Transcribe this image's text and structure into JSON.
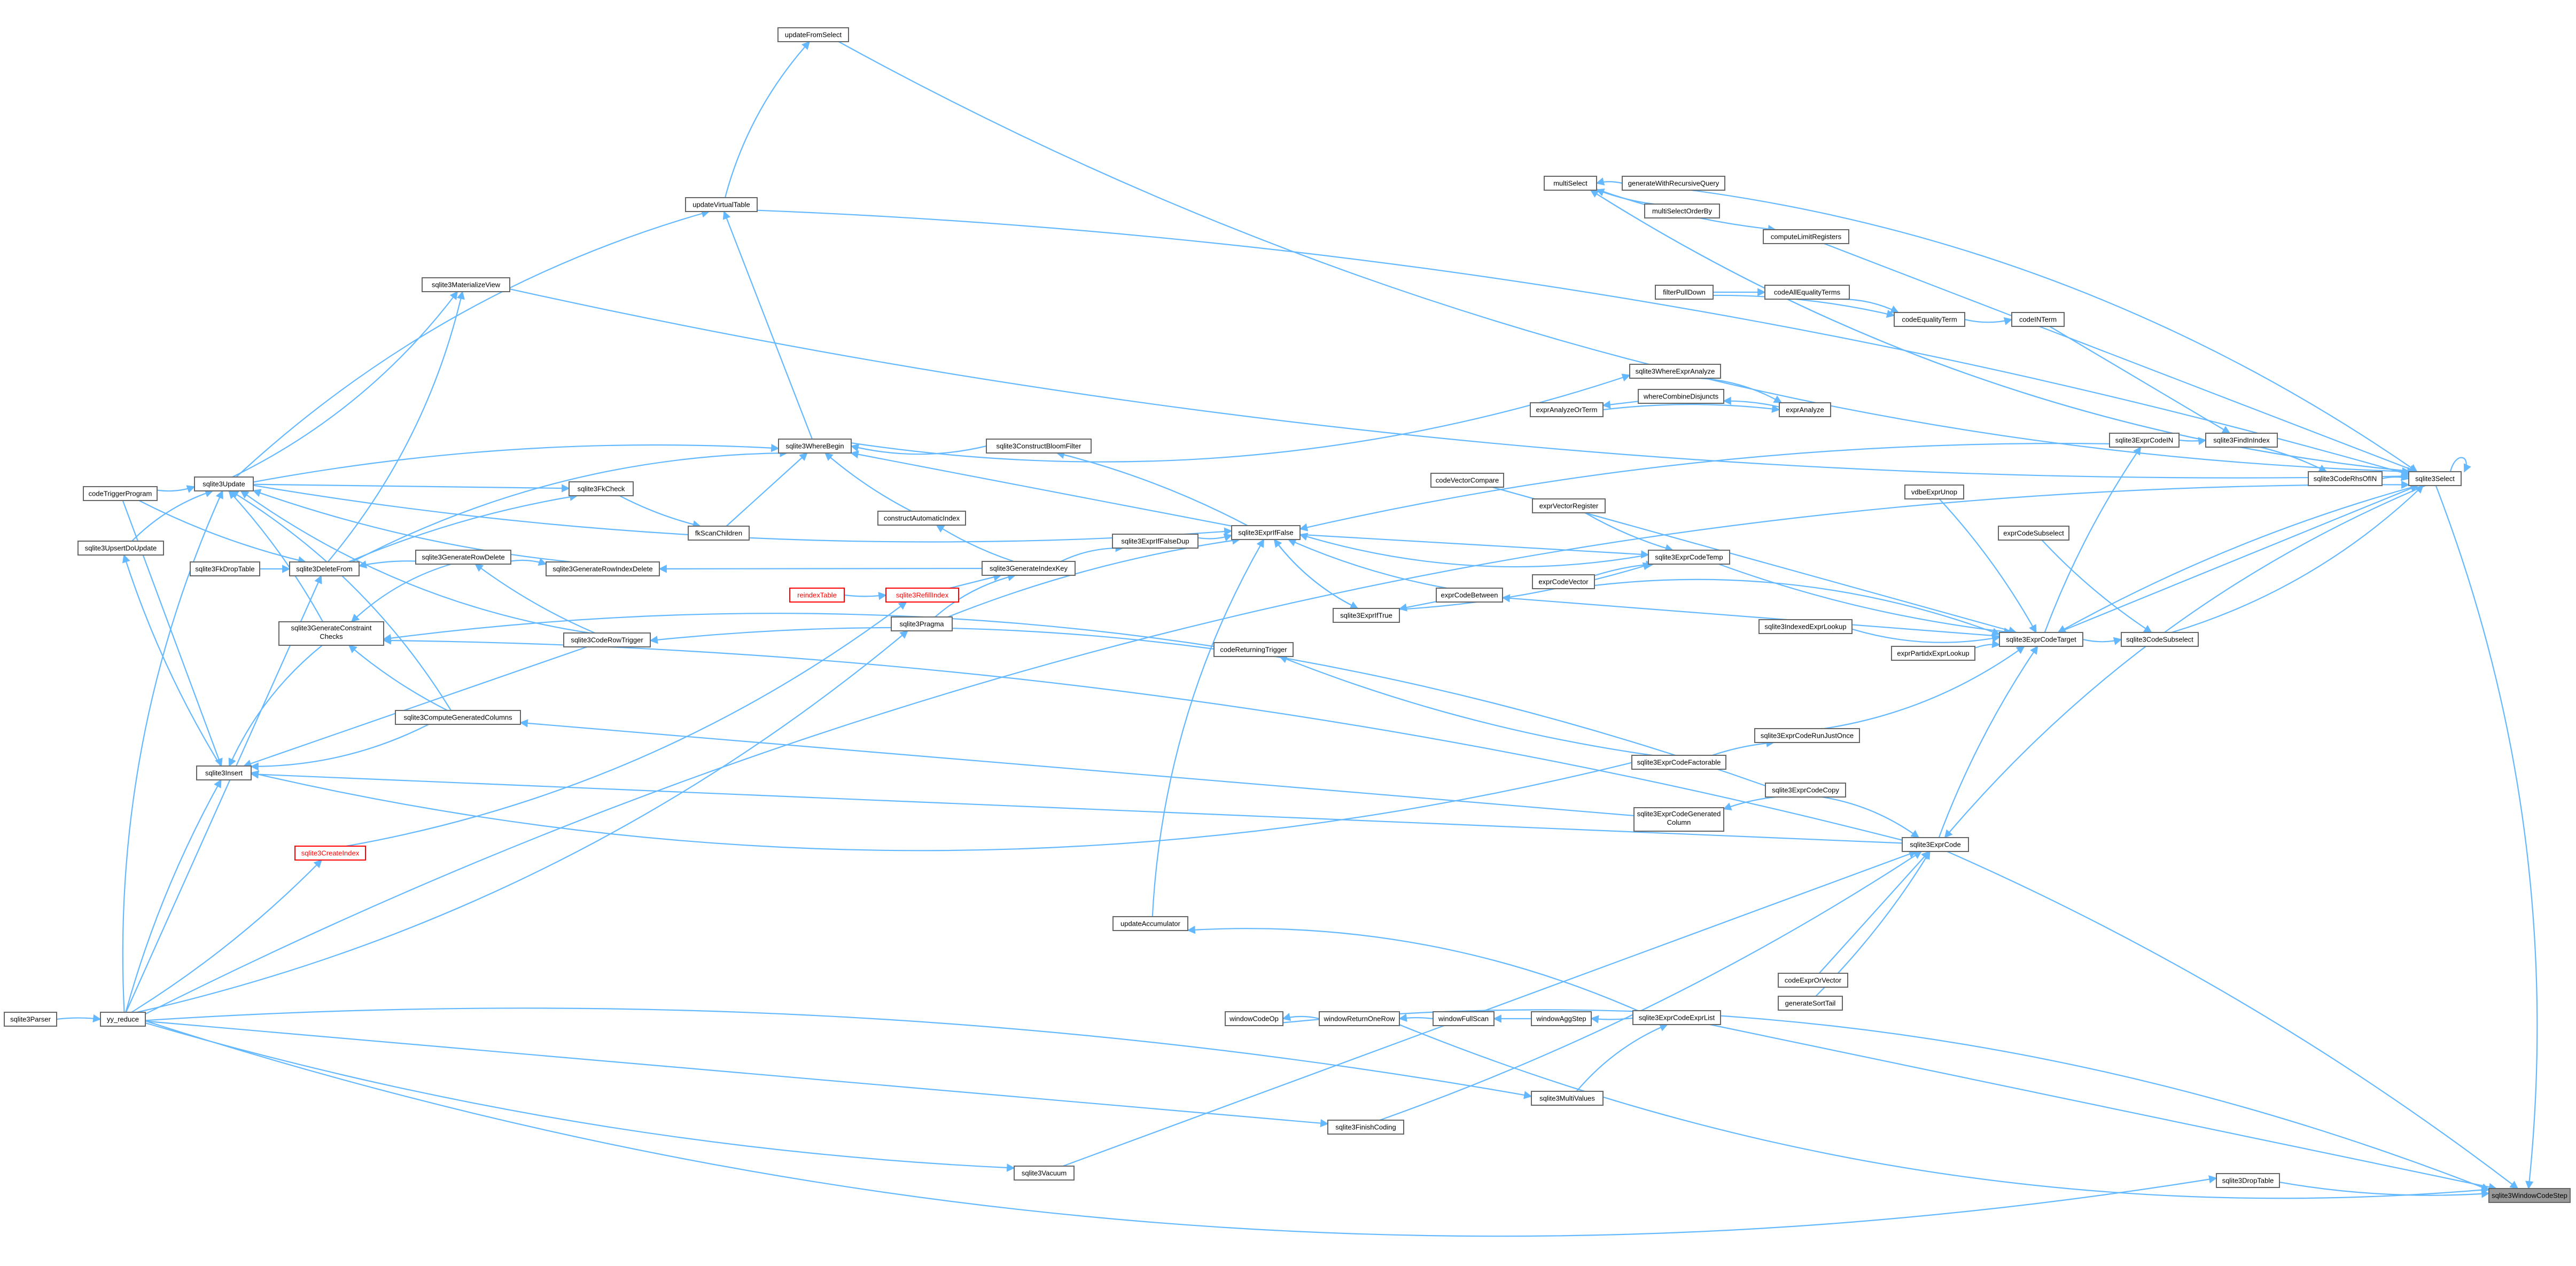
{
  "colors": {
    "edge": "#63b8ff",
    "node_border": "#666666",
    "missing_border": "#ff0000",
    "root_fill": "#999999",
    "background": "#ffffff"
  },
  "graph": {
    "root": "sqlite3WindowCodeStep",
    "nodes": [
      {
        "id": "sqlite3WindowCodeStep",
        "label": "sqlite3WindowCodeStep",
        "kind": "root"
      },
      {
        "id": "sqlite3Select",
        "label": "sqlite3Select"
      },
      {
        "id": "sqlite3ExprCode",
        "label": "sqlite3ExprCode"
      },
      {
        "id": "sqlite3ExprCodeTarget",
        "label": "sqlite3ExprCodeTarget"
      },
      {
        "id": "sqlite3ExprIfFalse",
        "label": "sqlite3ExprIfFalse"
      },
      {
        "id": "sqlite3ExprIfTrue",
        "label": "sqlite3ExprIfTrue"
      },
      {
        "id": "sqlite3ExprCodeTemp",
        "label": "sqlite3ExprCodeTemp"
      },
      {
        "id": "sqlite3ExprCodeExprList",
        "label": "sqlite3ExprCodeExprList"
      },
      {
        "id": "sqlite3ExprCodeIN",
        "label": "sqlite3ExprCodeIN"
      },
      {
        "id": "sqlite3CodeSubselect",
        "label": "sqlite3CodeSubselect"
      },
      {
        "id": "sqlite3CodeRhsOfIN",
        "label": "sqlite3CodeRhsOfIN"
      },
      {
        "id": "sqlite3FindInIndex",
        "label": "sqlite3FindInIndex"
      },
      {
        "id": "sqlite3ExprCodeRunJustOnce",
        "label": "sqlite3ExprCodeRunJustOnce"
      },
      {
        "id": "sqlite3ExprCodeCopy",
        "label": "sqlite3ExprCodeCopy"
      },
      {
        "id": "sqlite3ExprCodeGeneratedColumn",
        "label": "sqlite3ExprCodeGenerated Column"
      },
      {
        "id": "sqlite3ExprCodeFactorable",
        "label": "sqlite3ExprCodeFactorable"
      },
      {
        "id": "sqlite3IndexedExprLookup",
        "label": "sqlite3IndexedExprLookup"
      },
      {
        "id": "exprPartidxExprLookup",
        "label": "exprPartidxExprLookup"
      },
      {
        "id": "exprCodeSubselect",
        "label": "exprCodeSubselect"
      },
      {
        "id": "vdbeExprUnop",
        "label": "vdbeExprUnop"
      },
      {
        "id": "exprCodeVector",
        "label": "exprCodeVector"
      },
      {
        "id": "exprCodeBetween",
        "label": "exprCodeBetween"
      },
      {
        "id": "codeVectorCompare",
        "label": "codeVectorCompare"
      },
      {
        "id": "exprVectorRegister",
        "label": "exprVectorRegister"
      },
      {
        "id": "codeExprOrVector",
        "label": "codeExprOrVector"
      },
      {
        "id": "generateSortTail",
        "label": "generateSortTail"
      },
      {
        "id": "multiSelect",
        "label": "multiSelect"
      },
      {
        "id": "generateWithRecursiveQuery",
        "label": "generateWithRecursiveQuery"
      },
      {
        "id": "multiSelectOrderBy",
        "label": "multiSelectOrderBy"
      },
      {
        "id": "computeLimitRegisters",
        "label": "computeLimitRegisters"
      },
      {
        "id": "filterPullDown",
        "label": "filterPullDown"
      },
      {
        "id": "codeAllEqualityTerms",
        "label": "codeAllEqualityTerms"
      },
      {
        "id": "codeEqualityTerm",
        "label": "codeEqualityTerm"
      },
      {
        "id": "codeINTerm",
        "label": "codeINTerm"
      },
      {
        "id": "sqlite3WhereExprAnalyze",
        "label": "sqlite3WhereExprAnalyze"
      },
      {
        "id": "whereCombineDisjuncts",
        "label": "whereCombineDisjuncts"
      },
      {
        "id": "exprAnalyzeOrTerm",
        "label": "exprAnalyzeOrTerm"
      },
      {
        "id": "exprAnalyze",
        "label": "exprAnalyze"
      },
      {
        "id": "sqlite3WhereBegin",
        "label": "sqlite3WhereBegin"
      },
      {
        "id": "sqlite3ConstructBloomFilter",
        "label": "sqlite3ConstructBloomFilter"
      },
      {
        "id": "constructAutomaticIndex",
        "label": "constructAutomaticIndex"
      },
      {
        "id": "sqlite3GenerateIndexKey",
        "label": "sqlite3GenerateIndexKey"
      },
      {
        "id": "sqlite3ExprIfFalseDup",
        "label": "sqlite3ExprIfFalseDup"
      },
      {
        "id": "sqlite3FkCheck",
        "label": "sqlite3FkCheck"
      },
      {
        "id": "fkScanChildren",
        "label": "fkScanChildren"
      },
      {
        "id": "updateFromSelect",
        "label": "updateFromSelect"
      },
      {
        "id": "updateVirtualTable",
        "label": "updateVirtualTable"
      },
      {
        "id": "sqlite3MaterializeView",
        "label": "sqlite3MaterializeView"
      },
      {
        "id": "sqlite3Update",
        "label": "sqlite3Update"
      },
      {
        "id": "codeTriggerProgram",
        "label": "codeTriggerProgram"
      },
      {
        "id": "sqlite3UpsertDoUpdate",
        "label": "sqlite3UpsertDoUpdate"
      },
      {
        "id": "sqlite3FkDropTable",
        "label": "sqlite3FkDropTable"
      },
      {
        "id": "sqlite3DeleteFrom",
        "label": "sqlite3DeleteFrom"
      },
      {
        "id": "sqlite3GenerateRowDelete",
        "label": "sqlite3GenerateRowDelete"
      },
      {
        "id": "sqlite3GenerateRowIndexDelete",
        "label": "sqlite3GenerateRowIndexDelete"
      },
      {
        "id": "sqlite3GenerateConstraintChecks",
        "label": "sqlite3GenerateConstraint Checks"
      },
      {
        "id": "sqlite3CodeRowTrigger",
        "label": "sqlite3CodeRowTrigger"
      },
      {
        "id": "sqlite3ComputeGeneratedColumns",
        "label": "sqlite3ComputeGeneratedColumns"
      },
      {
        "id": "sqlite3Insert",
        "label": "sqlite3Insert"
      },
      {
        "id": "reindexTable",
        "label": "reindexTable",
        "kind": "missing"
      },
      {
        "id": "sqlite3RefillIndex",
        "label": "sqlite3RefillIndex",
        "kind": "missing"
      },
      {
        "id": "sqlite3CreateIndex",
        "label": "sqlite3CreateIndex",
        "kind": "missing"
      },
      {
        "id": "sqlite3Pragma",
        "label": "sqlite3Pragma"
      },
      {
        "id": "codeReturningTrigger",
        "label": "codeReturningTrigger"
      },
      {
        "id": "updateAccumulator",
        "label": "updateAccumulator"
      },
      {
        "id": "windowCodeOp",
        "label": "windowCodeOp"
      },
      {
        "id": "windowReturnOneRow",
        "label": "windowReturnOneRow"
      },
      {
        "id": "windowFullScan",
        "label": "windowFullScan"
      },
      {
        "id": "windowAggStep",
        "label": "windowAggStep"
      },
      {
        "id": "sqlite3MultiValues",
        "label": "sqlite3MultiValues"
      },
      {
        "id": "sqlite3FinishCoding",
        "label": "sqlite3FinishCoding"
      },
      {
        "id": "sqlite3Vacuum",
        "label": "sqlite3Vacuum"
      },
      {
        "id": "sqlite3DropTable",
        "label": "sqlite3DropTable"
      },
      {
        "id": "yy_reduce",
        "label": "yy_reduce"
      },
      {
        "id": "sqlite3Parser",
        "label": "sqlite3Parser"
      }
    ],
    "edges": [
      [
        "sqlite3Select",
        "sqlite3WindowCodeStep"
      ],
      [
        "sqlite3ExprCode",
        "sqlite3WindowCodeStep"
      ],
      [
        "sqlite3ExprCodeExprList",
        "sqlite3WindowCodeStep"
      ],
      [
        "sqlite3DropTable",
        "sqlite3WindowCodeStep"
      ],
      [
        "windowReturnOneRow",
        "sqlite3WindowCodeStep"
      ],
      [
        "windowCodeOp",
        "sqlite3WindowCodeStep"
      ],
      [
        "sqlite3ExprCode",
        "sqlite3ExprCodeTarget"
      ],
      [
        "sqlite3ExprCodeTarget",
        "sqlite3Select"
      ],
      [
        "sqlite3ExprCodeTemp",
        "sqlite3ExprCodeTarget"
      ],
      [
        "sqlite3ExprCodeRunJustOnce",
        "sqlite3ExprCodeTarget"
      ],
      [
        "sqlite3ExprCodeCopy",
        "sqlite3ExprCode"
      ],
      [
        "sqlite3ExprCodeFactorable",
        "sqlite3ExprCodeRunJustOnce"
      ],
      [
        "sqlite3ExprIfFalse",
        "sqlite3ExprCodeTemp"
      ],
      [
        "sqlite3ExprIfTrue",
        "sqlite3ExprCodeTemp"
      ],
      [
        "sqlite3ExprIfFalse",
        "sqlite3ExprIfTrue"
      ],
      [
        "sqlite3ExprIfTrue",
        "sqlite3ExprIfFalse"
      ],
      [
        "exprCodeBetween",
        "sqlite3ExprIfFalse"
      ],
      [
        "exprCodeBetween",
        "sqlite3ExprIfTrue"
      ],
      [
        "sqlite3ExprCodeIN",
        "sqlite3ExprIfFalse"
      ],
      [
        "sqlite3CodeSubselect",
        "sqlite3Select"
      ],
      [
        "sqlite3CodeRhsOfIN",
        "sqlite3Select"
      ],
      [
        "sqlite3FindInIndex",
        "sqlite3CodeRhsOfIN"
      ],
      [
        "codeINTerm",
        "sqlite3FindInIndex"
      ],
      [
        "sqlite3ExprCodeIN",
        "sqlite3FindInIndex"
      ],
      [
        "codeEqualityTerm",
        "codeINTerm"
      ],
      [
        "codeAllEqualityTerms",
        "codeEqualityTerm"
      ],
      [
        "filterPullDown",
        "codeEqualityTerm"
      ],
      [
        "filterPullDown",
        "codeAllEqualityTerms"
      ],
      [
        "exprCodeSubselect",
        "sqlite3CodeSubselect"
      ],
      [
        "sqlite3ExprCodeTarget",
        "sqlite3CodeSubselect"
      ],
      [
        "exprCodeVector",
        "sqlite3ExprCodeTarget"
      ],
      [
        "exprCodeVector",
        "sqlite3ExprCodeTemp"
      ],
      [
        "codeVectorCompare",
        "sqlite3ExprCodeTarget"
      ],
      [
        "exprVectorRegister",
        "sqlite3ExprCodeTemp"
      ],
      [
        "sqlite3IndexedExprLookup",
        "sqlite3ExprCodeTarget"
      ],
      [
        "exprPartidxExprLookup",
        "sqlite3ExprCodeTarget"
      ],
      [
        "vdbeExprUnop",
        "sqlite3ExprCodeTarget"
      ],
      [
        "codeExprOrVector",
        "sqlite3ExprCode"
      ],
      [
        "generateSortTail",
        "sqlite3ExprCode"
      ],
      [
        "multiSelect",
        "sqlite3Select"
      ],
      [
        "generateWithRecursiveQuery",
        "sqlite3Select"
      ],
      [
        "multiSelectOrderBy",
        "multiSelect"
      ],
      [
        "computeLimitRegisters",
        "sqlite3Select"
      ],
      [
        "multiSelect",
        "computeLimitRegisters"
      ],
      [
        "generateWithRecursiveQuery",
        "multiSelect"
      ],
      [
        "sqlite3WhereExprAnalyze",
        "exprAnalyze"
      ],
      [
        "exprAnalyzeOrTerm",
        "exprAnalyze"
      ],
      [
        "whereCombineDisjuncts",
        "exprAnalyzeOrTerm"
      ],
      [
        "exprAnalyze",
        "whereCombineDisjuncts"
      ],
      [
        "sqlite3WhereBegin",
        "sqlite3WhereExprAnalyze"
      ],
      [
        "sqlite3ConstructBloomFilter",
        "sqlite3WhereBegin"
      ],
      [
        "constructAutomaticIndex",
        "sqlite3WhereBegin"
      ],
      [
        "sqlite3ExprIfFalse",
        "sqlite3WhereBegin"
      ],
      [
        "sqlite3ExprIfFalse",
        "sqlite3ConstructBloomFilter"
      ],
      [
        "sqlite3ExprIfFalseDup",
        "sqlite3ExprIfFalse"
      ],
      [
        "sqlite3GenerateIndexKey",
        "sqlite3ExprIfFalseDup"
      ],
      [
        "sqlite3GenerateIndexKey",
        "constructAutomaticIndex"
      ],
      [
        "sqlite3RefillIndex",
        "sqlite3GenerateIndexKey"
      ],
      [
        "reindexTable",
        "sqlite3RefillIndex"
      ],
      [
        "sqlite3CreateIndex",
        "sqlite3RefillIndex"
      ],
      [
        "sqlite3Pragma",
        "sqlite3GenerateIndexKey"
      ],
      [
        "sqlite3Pragma",
        "sqlite3ExprIfFalse"
      ],
      [
        "fkScanChildren",
        "sqlite3WhereBegin"
      ],
      [
        "sqlite3FkCheck",
        "fkScanChildren"
      ],
      [
        "updateFromSelect",
        "sqlite3Select"
      ],
      [
        "updateVirtualTable",
        "updateFromSelect"
      ],
      [
        "updateVirtualTable",
        "sqlite3Select"
      ],
      [
        "sqlite3WhereBegin",
        "updateVirtualTable"
      ],
      [
        "sqlite3MaterializeView",
        "sqlite3Select"
      ],
      [
        "sqlite3Update",
        "sqlite3MaterializeView"
      ],
      [
        "sqlite3Update",
        "updateVirtualTable"
      ],
      [
        "sqlite3Update",
        "sqlite3WhereBegin"
      ],
      [
        "sqlite3Update",
        "sqlite3FkCheck"
      ],
      [
        "sqlite3Update",
        "sqlite3ExprIfFalse"
      ],
      [
        "codeTriggerProgram",
        "sqlite3Update"
      ],
      [
        "sqlite3UpsertDoUpdate",
        "sqlite3Update"
      ],
      [
        "sqlite3Insert",
        "sqlite3UpsertDoUpdate"
      ],
      [
        "codeTriggerProgram",
        "sqlite3Insert"
      ],
      [
        "codeTriggerProgram",
        "sqlite3DeleteFrom"
      ],
      [
        "sqlite3DeleteFrom",
        "sqlite3MaterializeView"
      ],
      [
        "sqlite3DeleteFrom",
        "sqlite3WhereBegin"
      ],
      [
        "sqlite3DeleteFrom",
        "sqlite3FkCheck"
      ],
      [
        "sqlite3FkDropTable",
        "sqlite3DeleteFrom"
      ],
      [
        "sqlite3GenerateRowDelete",
        "sqlite3DeleteFrom"
      ],
      [
        "sqlite3GenerateRowDelete",
        "sqlite3GenerateConstraintChecks"
      ],
      [
        "sqlite3GenerateRowDelete",
        "sqlite3GenerateRowIndexDelete"
      ],
      [
        "sqlite3GenerateRowIndexDelete",
        "sqlite3Update"
      ],
      [
        "sqlite3GenerateIndexKey",
        "sqlite3GenerateRowIndexDelete"
      ],
      [
        "sqlite3GenerateConstraintChecks",
        "sqlite3Update"
      ],
      [
        "sqlite3GenerateConstraintChecks",
        "sqlite3Insert"
      ],
      [
        "sqlite3CodeRowTrigger",
        "sqlite3Update"
      ],
      [
        "sqlite3CodeRowTrigger",
        "sqlite3GenerateRowDelete"
      ],
      [
        "sqlite3CodeRowTrigger",
        "sqlite3Insert"
      ],
      [
        "codeReturningTrigger",
        "sqlite3CodeRowTrigger"
      ],
      [
        "sqlite3ComputeGeneratedColumns",
        "sqlite3Update"
      ],
      [
        "sqlite3ComputeGeneratedColumns",
        "sqlite3Insert"
      ],
      [
        "sqlite3ComputeGeneratedColumns",
        "sqlite3GenerateConstraintChecks"
      ],
      [
        "sqlite3ExprCodeGeneratedColumn",
        "sqlite3ComputeGeneratedColumns"
      ],
      [
        "sqlite3ExprCodeCopy",
        "sqlite3ExprCodeGeneratedColumn"
      ],
      [
        "sqlite3ExprCodeCopy",
        "sqlite3GenerateConstraintChecks"
      ],
      [
        "sqlite3ExprCodeFactorable",
        "sqlite3Insert"
      ],
      [
        "sqlite3ExprCodeFactorable",
        "codeReturningTrigger"
      ],
      [
        "sqlite3ExprCode",
        "sqlite3Insert"
      ],
      [
        "sqlite3ExprCode",
        "sqlite3GenerateConstraintChecks"
      ],
      [
        "sqlite3ExprCodeExprList",
        "updateAccumulator"
      ],
      [
        "updateAccumulator",
        "sqlite3ExprIfFalse"
      ],
      [
        "sqlite3ExprCodeExprList",
        "windowAggStep"
      ],
      [
        "windowAggStep",
        "windowFullScan"
      ],
      [
        "windowFullScan",
        "windowReturnOneRow"
      ],
      [
        "windowReturnOneRow",
        "windowCodeOp"
      ],
      [
        "sqlite3MultiValues",
        "sqlite3ExprCodeExprList"
      ],
      [
        "yy_reduce",
        "sqlite3MultiValues"
      ],
      [
        "yy_reduce",
        "sqlite3FinishCoding"
      ],
      [
        "yy_reduce",
        "sqlite3Vacuum"
      ],
      [
        "yy_reduce",
        "sqlite3DropTable"
      ],
      [
        "yy_reduce",
        "sqlite3Update"
      ],
      [
        "yy_reduce",
        "sqlite3Insert"
      ],
      [
        "yy_reduce",
        "sqlite3DeleteFrom"
      ],
      [
        "yy_reduce",
        "sqlite3CreateIndex"
      ],
      [
        "yy_reduce",
        "sqlite3Pragma"
      ],
      [
        "yy_reduce",
        "sqlite3Select"
      ],
      [
        "sqlite3Parser",
        "yy_reduce"
      ],
      [
        "sqlite3Vacuum",
        "sqlite3ExprCode"
      ],
      [
        "sqlite3FinishCoding",
        "sqlite3ExprCode"
      ],
      [
        "sqlite3Select",
        "sqlite3Select"
      ],
      [
        "sqlite3ExprCodeTemp",
        "sqlite3ExprIfFalse"
      ],
      [
        "sqlite3ExprCodeTarget",
        "sqlite3ExprCodeIN"
      ],
      [
        "sqlite3ExprCodeTarget",
        "exprCodeBetween"
      ],
      [
        "sqlite3Select",
        "sqlite3ExprCodeTarget"
      ],
      [
        "sqlite3Select",
        "sqlite3ExprCode"
      ],
      [
        "sqlite3Select",
        "multiSelect"
      ]
    ]
  }
}
